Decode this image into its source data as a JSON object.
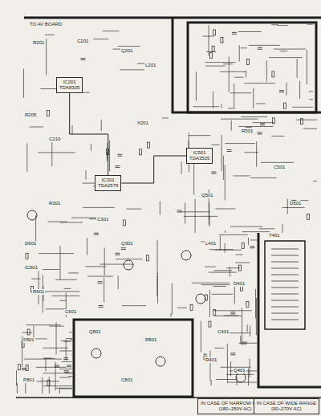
{
  "diagram": {
    "nodes": [
      {
        "text": [
          "IC201",
          "TDA8305"
        ]
      },
      {
        "text": [
          "IC501",
          "TDA3505"
        ]
      },
      {
        "text": [
          "IC301",
          "TDA2579"
        ]
      },
      {
        "text": [
          "IN CASE OF NARROW RANGE",
          "(180~250V AC)"
        ]
      },
      {
        "text": [
          "IN CASE OF WIDE RANGE",
          "(90~270V AC)"
        ]
      }
    ],
    "edges": [
      {
        "from": 0,
        "to": 2,
        "arrow": "none"
      },
      {
        "from": 2,
        "to": 1,
        "arrow": "none"
      }
    ],
    "labels": [
      "TO AV BOARD",
      "R201",
      "C201",
      "Q201",
      "L201",
      "R205",
      "C210",
      "X201",
      "R501",
      "C501",
      "Q501",
      "D501",
      "R301",
      "C301",
      "Q301",
      "L401",
      "T401",
      "D401",
      "C401",
      "R401",
      "Q401",
      "IC601",
      "R601",
      "C601",
      "D601",
      "Q801",
      "R801",
      "C801",
      "F801",
      "P801"
    ]
  }
}
